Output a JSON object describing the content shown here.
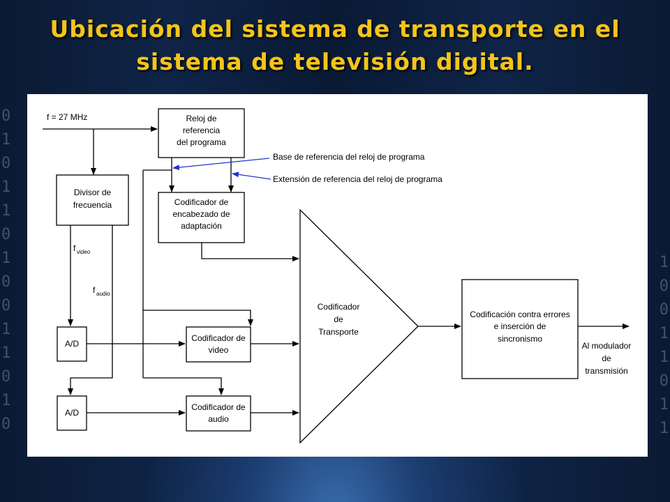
{
  "title": {
    "line1": "Ubicación del sistema de transporte en el",
    "line2": "sistema de televisión digital."
  },
  "diagram": {
    "input_label": "f = 27 MHz",
    "blocks": {
      "pcr_clock": [
        "Reloj de",
        "referencia",
        "del programa"
      ],
      "freq_divider": [
        "Divisor de",
        "frecuencia"
      ],
      "adaptation_encoder": [
        "Codificador de",
        "encabezado de",
        "adaptación"
      ],
      "video_encoder": [
        "Codificador de",
        "video"
      ],
      "audio_encoder": [
        "Codificador de",
        "audio"
      ],
      "ad_video": "A/D",
      "ad_audio": "A/D",
      "transport_encoder": [
        "Codificador",
        "de",
        "Transporte"
      ],
      "error_coding": [
        "Codificación contra errores",
        "e inserción de",
        "sincronismo"
      ]
    },
    "annotations": {
      "pcr_base": "Base de referencia del reloj de programa",
      "pcr_extension": "Extensión de referencia del reloj de programa"
    },
    "signals": {
      "f_video_main": "f",
      "f_video_sub": "video",
      "f_audio_main": "f",
      "f_audio_sub": "audio"
    },
    "output_label": [
      "Al modulador",
      "de",
      "transmisión"
    ],
    "colors": {
      "title": "#f3c51a",
      "annotation_arrow": "#2233cc",
      "line": "#000000"
    }
  }
}
